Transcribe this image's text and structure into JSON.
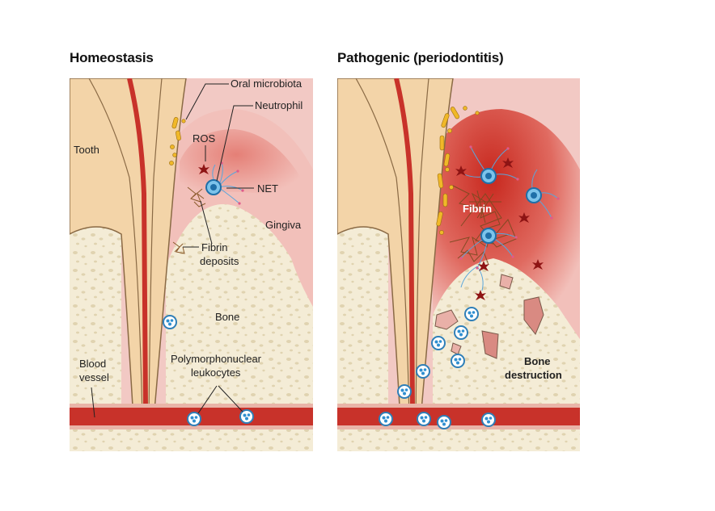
{
  "panels": {
    "left": {
      "title": "Homeostasis"
    },
    "right": {
      "title": "Pathogenic (periodontitis)"
    }
  },
  "labels": {
    "oral_microbiota": "Oral microbiota",
    "neutrophil": "Neutrophil",
    "ros": "ROS",
    "tooth": "Tooth",
    "net": "NET",
    "gingiva": "Gingiva",
    "fibrin_line1": "Fibrin",
    "fibrin_line2": "deposits",
    "bone": "Bone",
    "blood_line1": "Blood",
    "blood_line2": "vessel",
    "pmn_line1": "Polymorphonuclear",
    "pmn_line2": "leukocytes",
    "fibrin_right": "Fibrin",
    "bone_destruction_line1": "Bone",
    "bone_destruction_line2": "destruction"
  },
  "colors": {
    "tooth": "#f3d4a8",
    "tooth_outline": "#8a6a45",
    "gingiva": "#f2c0ba",
    "inflamed": "#d9453a",
    "bone": "#f2ead4",
    "vessel": "#c8322a",
    "neutrophil": "#2f8fd0"
  }
}
